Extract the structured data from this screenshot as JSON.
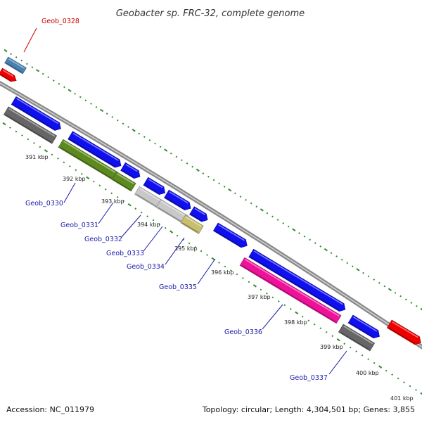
{
  "title": "Geobacter sp. FRC-32, complete genome",
  "footer": {
    "accession": "Accession: NC_011979",
    "summary": "Topology: circular; Length: 4,304,501 bp; Genes: 3,855"
  },
  "colors": {
    "backbone": "#8a8a8a",
    "tick": "#2e8b2e",
    "label_red": "#cc0000",
    "label_blue": "#1a1aaa",
    "blue": "#1010ee",
    "red": "#ee0000",
    "steelblue": "#4682b4",
    "gray": "#666666",
    "olive": "#5d8a1e",
    "silver": "#c8c8c8",
    "khaki": "#c7bf70",
    "magenta": "#ee1199"
  },
  "kbp_labels": [
    "391 kbp",
    "392 kbp",
    "393 kbp",
    "394 kbp",
    "395 kbp",
    "396 kbp",
    "397 kbp",
    "398 kbp",
    "399 kbp",
    "400 kbp",
    "401 kbp"
  ],
  "gene_labels": [
    {
      "text": "Geob_0328",
      "color": "label_red"
    },
    {
      "text": "Geob_0330",
      "color": "label_blue"
    },
    {
      "text": "Geob_0331",
      "color": "label_blue"
    },
    {
      "text": "Geob_0332",
      "color": "label_blue"
    },
    {
      "text": "Geob_0333",
      "color": "label_blue"
    },
    {
      "text": "Geob_0334",
      "color": "label_blue"
    },
    {
      "text": "Geob_0335",
      "color": "label_blue"
    },
    {
      "text": "Geob_0336",
      "color": "label_blue"
    },
    {
      "text": "Geob_0337",
      "color": "label_blue"
    }
  ]
}
